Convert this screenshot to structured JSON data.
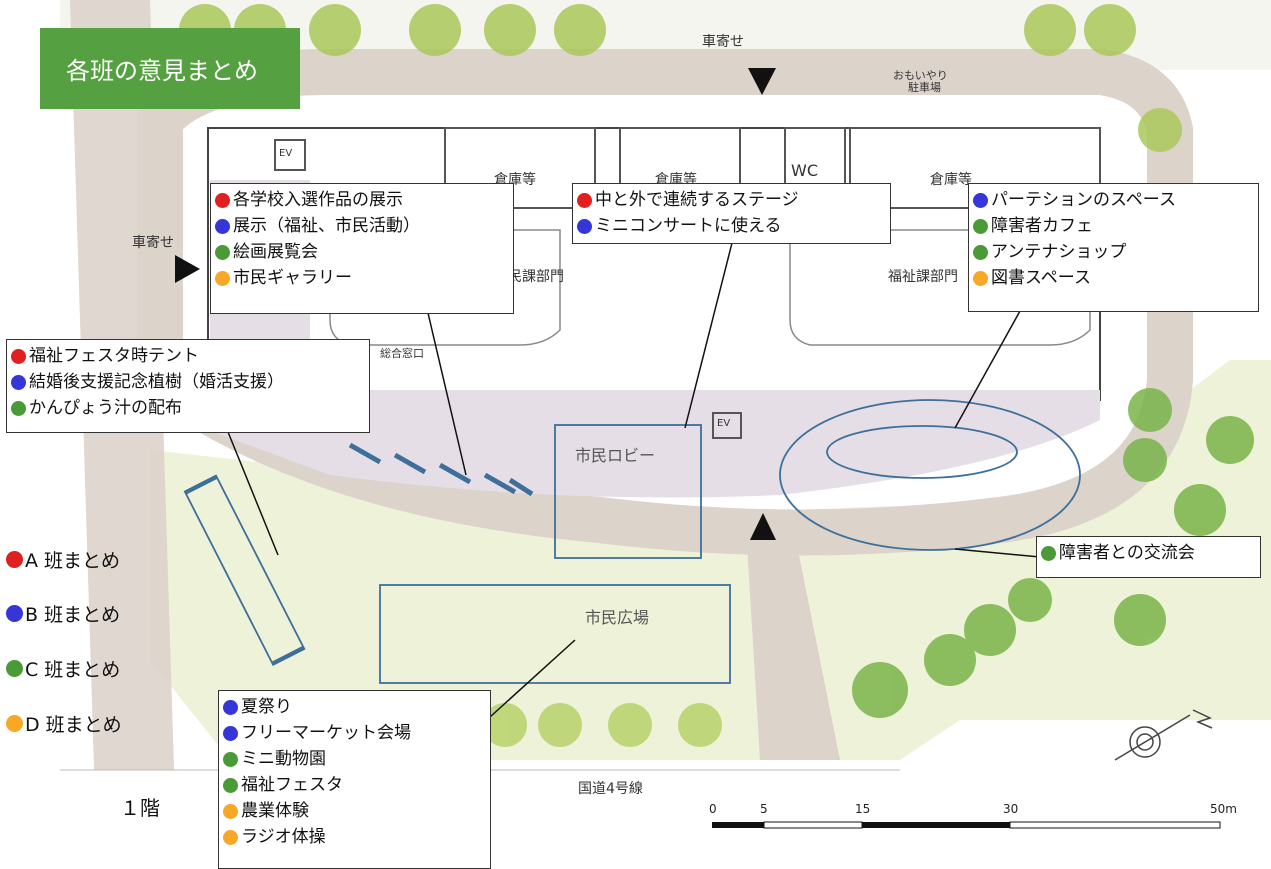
{
  "title": "各班の意見まとめ",
  "colors": {
    "A": "#e02020",
    "B": "#3535d8",
    "C": "#4a9a38",
    "D": "#f8a828"
  },
  "callouts": {
    "exhibition": {
      "items": [
        {
          "group": "A",
          "text": "各学校入選作品の展示"
        },
        {
          "group": "B",
          "text": "展示（福祉、市民活動）"
        },
        {
          "group": "C",
          "text": "絵画展覧会"
        },
        {
          "group": "D",
          "text": "市民ギャラリー"
        }
      ]
    },
    "stage": {
      "items": [
        {
          "group": "A",
          "text": "中と外で連続するステージ"
        },
        {
          "group": "B",
          "text": "ミニコンサートに使える"
        }
      ]
    },
    "partition": {
      "items": [
        {
          "group": "B",
          "text": "パーテションのスペース"
        },
        {
          "group": "C",
          "text": "障害者カフェ"
        },
        {
          "group": "C",
          "text": "アンテナショップ"
        },
        {
          "group": "D",
          "text": "図書スペース"
        }
      ]
    },
    "festa": {
      "items": [
        {
          "group": "A",
          "text": "福祉フェスタ時テント"
        },
        {
          "group": "B",
          "text": "結婚後支援記念植樹（婚活支援）"
        },
        {
          "group": "C",
          "text": "かんぴょう汁の配布"
        }
      ]
    },
    "exchange": {
      "items": [
        {
          "group": "C",
          "text": "障害者との交流会"
        }
      ]
    },
    "plaza": {
      "items": [
        {
          "group": "B",
          "text": "夏祭り"
        },
        {
          "group": "B",
          "text": "フリーマーケット会場"
        },
        {
          "group": "C",
          "text": "ミニ動物園"
        },
        {
          "group": "C",
          "text": "福祉フェスタ"
        },
        {
          "group": "D",
          "text": "農業体験"
        },
        {
          "group": "D",
          "text": "ラジオ体操"
        }
      ]
    }
  },
  "legend": [
    {
      "group": "A",
      "text": "A 班まとめ"
    },
    {
      "group": "B",
      "text": "B 班まとめ"
    },
    {
      "group": "C",
      "text": "C 班まとめ"
    },
    {
      "group": "D",
      "text": "D 班まとめ"
    }
  ],
  "floor_label": "１階",
  "map_labels": {
    "dropoff_top": "車寄せ",
    "dropoff_left": "車寄せ",
    "omoiyari": "おもいやり",
    "parking": "駐車場",
    "warehouse_1": "倉庫等",
    "warehouse_2": "倉庫等",
    "warehouse_3": "倉庫等",
    "wc": "WC",
    "ev_1": "EV",
    "ev_2": "EV",
    "civic_dept": "民課部門",
    "welfare_dept": "福祉課部門",
    "general_counter": "総合窓口",
    "lobby": "市民ロビー",
    "plaza": "市民広場",
    "road": "国道4号線"
  },
  "scale": {
    "ticks": [
      "0",
      "5",
      "15",
      "30",
      "50m"
    ]
  }
}
